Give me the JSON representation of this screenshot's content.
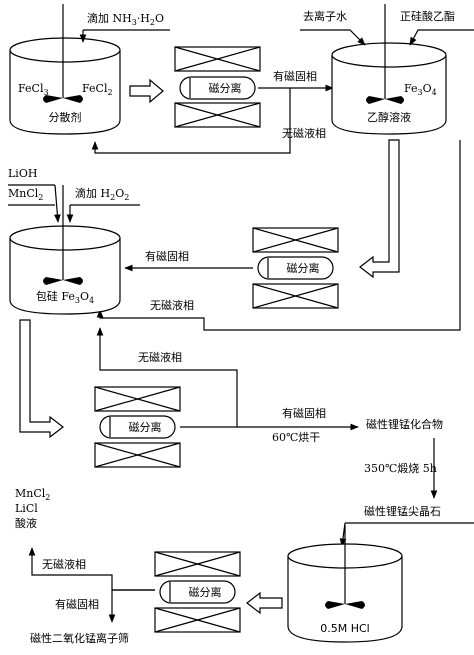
{
  "nodes": {
    "vessel1": {
      "label": "分散剂",
      "reagent_left": "FeCl3",
      "reagent_right": "FeCl2",
      "feed": "滴加 NH3·H2O"
    },
    "sep1": {
      "label": "磁分离",
      "out_solid": "有磁固相",
      "out_liquid": "无磁液相"
    },
    "vessel2": {
      "label": "乙醇溶液",
      "product": "Fe3O4",
      "feed_left": "去离子水",
      "feed_right": "正硅酸乙酯"
    },
    "sep2": {
      "label": "磁分离",
      "out_solid": "有磁固相",
      "out_liquid": "无磁液相"
    },
    "vessel3": {
      "label": "包硅 Fe3O4",
      "feed_a": "LiOH",
      "feed_b": "MnCl2",
      "feed_c": "滴加 H2O2"
    },
    "sep3": {
      "label": "磁分离",
      "out_liquid": "无磁液相",
      "out_solid": "有磁固相",
      "condition": "60℃烘干"
    },
    "product1": {
      "label": "磁性锂锰化合物"
    },
    "calcine": {
      "label": "350℃煅烧 5h"
    },
    "product2": {
      "label": "磁性锂锰尖晶石"
    },
    "vessel4": {
      "label": "0.5M HCl"
    },
    "sep4": {
      "label": "磁分离",
      "out_liquid": "无磁液相",
      "out_solid": "有磁固相"
    },
    "waste": {
      "lines": [
        "MnCl2",
        "LiCl",
        "酸液"
      ]
    },
    "final": {
      "label": "磁性二氧化锰离子筛"
    }
  }
}
